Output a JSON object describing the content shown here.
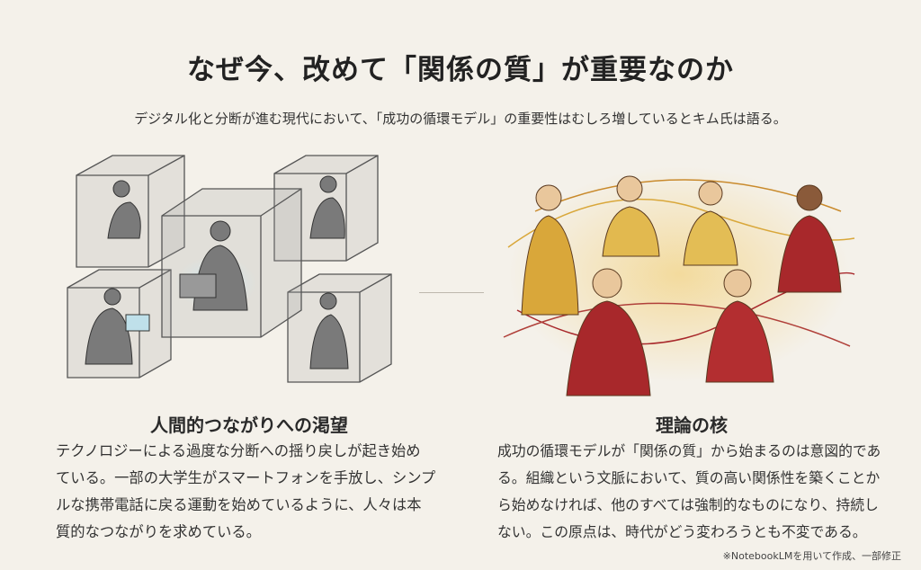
{
  "title": "なぜ今、改めて「関係の質」が重要なのか",
  "subtitle": "デジタル化と分断が進む現代において、「成功の循環モデル」の重要性はむしろ増しているとキム氏は語る。",
  "left": {
    "heading": "人間的つながりへの渇望",
    "lines": [
      "テクノロジーによる過度な分断への揺り戻しが起き始め",
      "ている。一部の大学生がスマートフォンを手放し、シンプ",
      "ルな携帯電話に戻る運動を始めているように、人々は本",
      "質的なつながりを求めている。"
    ]
  },
  "right": {
    "heading": "理論の核",
    "lines": [
      "成功の循環モデルが「関係の質」から始まるのは意図的であ",
      "る。組織という文脈において、質の高い関係性を築くことか",
      "ら始めなければ、他のすべては強制的なものになり、持続し",
      "ない。この原点は、時代がどう変わろうとも不変である。"
    ]
  },
  "footnote": "※NotebookLMを用いて作成、一部修正",
  "colors": {
    "background": "#f4f1ea",
    "gold": "#d9a73a",
    "red": "#a8282b",
    "gray": "#6b6b6b"
  }
}
